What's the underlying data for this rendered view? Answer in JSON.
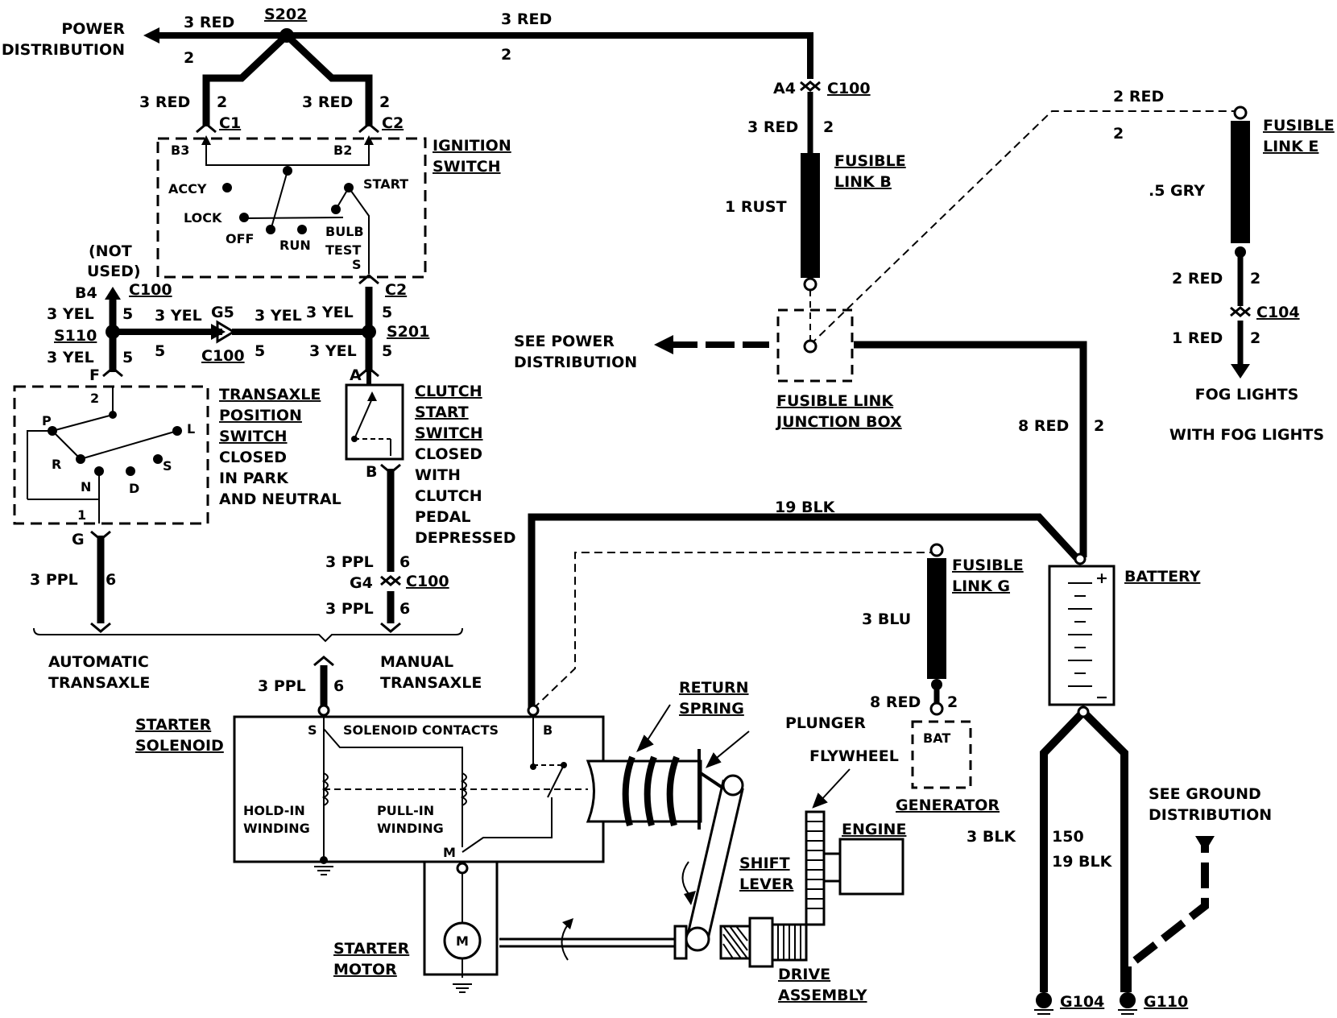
{
  "labels": {
    "power_dist_1": "POWER",
    "power_dist_2": "DISTRIBUTION",
    "s202": "S202",
    "w_3red_a": "3 RED",
    "w_2_a": "2",
    "w_3red_top": "3 RED",
    "w_2_top": "2",
    "w_3red_c1": "3 RED",
    "w_2_c1": "2",
    "c1": "C1",
    "w_3red_c2": "3 RED",
    "w_2_c2": "2",
    "c2_top": "C2",
    "b3": "B3",
    "b2": "B2",
    "ign_1": "IGNITION",
    "ign_2": "SWITCH",
    "accy": "ACCY",
    "start": "START",
    "lock": "LOCK",
    "off": "OFF",
    "run": "RUN",
    "bulb_1": "BULB",
    "bulb_2": "TEST",
    "s_pin": "S",
    "not_used_1": "(NOT",
    "not_used_2": "USED)",
    "b4": "B4",
    "c100_a": "C100",
    "c2_bot": "C2",
    "w_3yel_1": "3 YEL",
    "w_5_1": "5",
    "s110": "S110",
    "w_3yel_2": "3 YEL",
    "g5": "G5",
    "w_3yel_3": "3 YEL",
    "w_3yel_4": "3 YEL",
    "w_5_2": "5",
    "s201": "S201",
    "w_5_3": "5",
    "c100_b": "C100",
    "w_5_4": "5",
    "w_3yel_5": "3 YEL",
    "w_5_5": "5",
    "w_3yel_6": "3 YEL",
    "w_5_6": "5",
    "f_pin": "F",
    "a_pin": "A",
    "tps_1": "TRANSAXLE",
    "tps_2": "POSITION",
    "tps_3": "SWITCH",
    "tps_4": "CLOSED",
    "tps_5": "IN PARK",
    "tps_6": "AND NEUTRAL",
    "p_pos": "P",
    "r_pos": "R",
    "n_pos": "N",
    "d_pos": "D",
    "s_pos": "S",
    "l_pos": "L",
    "two_pin": "2",
    "one_pin": "1",
    "g_pin": "G",
    "css_1": "CLUTCH",
    "css_2": "START",
    "css_3": "SWITCH",
    "css_4": "CLOSED",
    "css_5": "WITH",
    "css_6": "CLUTCH",
    "css_7": "PEDAL",
    "css_8": "DEPRESSED",
    "b_pin": "B",
    "w_3ppl_1": "3 PPL",
    "w_6_1": "6",
    "w_3ppl_2": "3 PPL",
    "w_6_2": "6",
    "g4": "G4",
    "c100_c": "C100",
    "w_3ppl_3": "3 PPL",
    "w_6_3": "6",
    "auto_1": "AUTOMATIC",
    "auto_2": "TRANSAXLE",
    "man_1": "MANUAL",
    "man_2": "TRANSAXLE",
    "w_3ppl_4": "3 PPL",
    "w_6_4": "6",
    "sol_1": "STARTER",
    "sol_2": "SOLENOID",
    "sol_s": "S",
    "sol_contacts": "SOLENOID CONTACTS",
    "sol_b": "B",
    "hold_1": "HOLD-IN",
    "hold_2": "WINDING",
    "pull_1": "PULL-IN",
    "pull_2": "WINDING",
    "sol_m": "M",
    "motor_1": "STARTER",
    "motor_2": "MOTOR",
    "motor_m": "M",
    "ret_1": "RETURN",
    "ret_2": "SPRING",
    "plunger": "PLUNGER",
    "flywheel": "FLYWHEEL",
    "engine": "ENGINE",
    "shift_1": "SHIFT",
    "shift_2": "LEVER",
    "drive_1": "DRIVE",
    "drive_2": "ASSEMBLY",
    "a4": "A4",
    "c100_d": "C100",
    "w_3red_fl": "3 RED",
    "w_2_fl": "2",
    "flb_1": "FUSIBLE",
    "flb_2": "LINK B",
    "w_1rust": "1 RUST",
    "see_pd_1": "SEE POWER",
    "see_pd_2": "DISTRIBUTION",
    "fljb_1": "FUSIBLE LINK",
    "fljb_2": "JUNCTION BOX",
    "w_8red": "8 RED",
    "w_2_b": "2",
    "w_19blk": "19 BLK",
    "battery": "BATTERY",
    "bat_plus": "+",
    "bat_minus": "−",
    "w_2red_e": "2 RED",
    "w_2_e": "2",
    "fle_1": "FUSIBLE",
    "fle_2": "LINK E",
    "w_5gry": ".5 GRY",
    "w_2red_f": "2 RED",
    "w_2_f": "2",
    "c104": "C104",
    "w_1red": "1 RED",
    "w_2_g": "2",
    "fog_1": "FOG LIGHTS",
    "fog_2": "WITH FOG LIGHTS",
    "flg_1": "FUSIBLE",
    "flg_2": "LINK G",
    "w_3blu": "3 BLU",
    "w_8red_g": "8 RED",
    "w_2_h": "2",
    "bat_term": "BAT",
    "generator": "GENERATOR",
    "w_3blk": "3 BLK",
    "w_150": "150",
    "w_19blk_b": "19 BLK",
    "see_gd_1": "SEE GROUND",
    "see_gd_2": "DISTRIBUTION",
    "g104": "G104",
    "g110": "G110"
  }
}
